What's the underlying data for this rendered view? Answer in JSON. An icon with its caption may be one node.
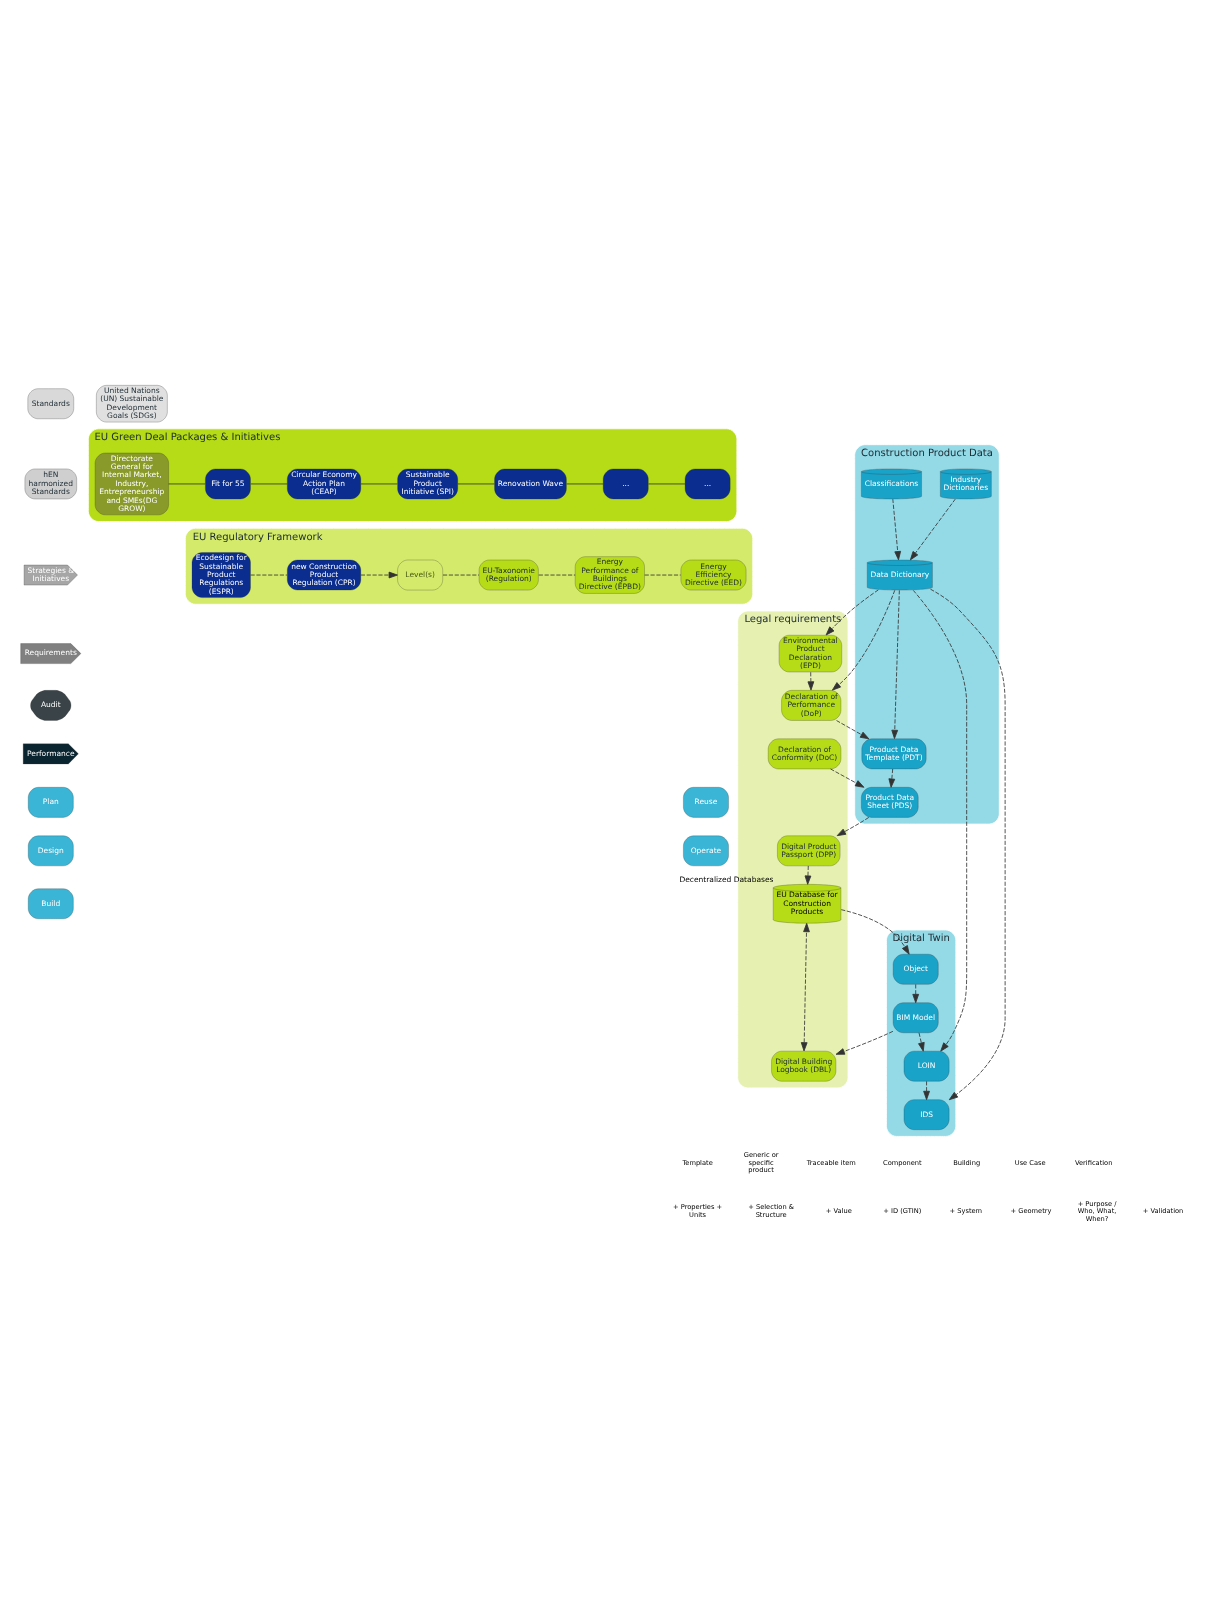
{
  "diagram": {
    "nodes": [
      {
        "text": [
          "Standards"
        ]
      },
      {
        "text": [
          "hEN",
          "harmonized Standards"
        ]
      },
      {
        "text": [
          "Strategies & Initiatives"
        ]
      },
      {
        "text": [
          "Requirements"
        ]
      },
      {
        "text": [
          "Audit"
        ]
      },
      {
        "text": [
          "Performance"
        ]
      },
      {
        "text": [
          "Plan"
        ]
      },
      {
        "text": [
          "Reuse"
        ]
      },
      {
        "text": [
          "Design"
        ]
      },
      {
        "text": [
          "Operate"
        ]
      },
      {
        "text": [
          "Build"
        ]
      },
      {
        "text": [
          "United Nations (UN) Sustainable Development Goals (SDGs)"
        ]
      },
      {
        "text": [
          "EU Green Deal Packages & Initiatives"
        ]
      },
      {
        "text": [
          "Directorate General for Internal Market, Industry, Entrepreneurship and SMEs(DG GROW)"
        ],
        "in": 12
      },
      {
        "text": [
          "Fit for 55"
        ],
        "in": 12
      },
      {
        "text": [
          "Circular Economy Action Plan (CEAP)"
        ],
        "in": 12
      },
      {
        "text": [
          "Sustainable Product Initiative (SPI)"
        ],
        "in": 12
      },
      {
        "text": [
          "Renovation Wave"
        ],
        "in": 12
      },
      {
        "text": [
          "..."
        ],
        "in": 12
      },
      {
        "text": [
          "..."
        ],
        "in": 12
      },
      {
        "text": [
          "EU Regulatory Framework"
        ]
      },
      {
        "text": [
          "Ecodesign for Sustainable Product Regulations (ESPR)"
        ],
        "in": 20
      },
      {
        "text": [
          "new Construction Product Regulation (CPR)"
        ],
        "in": 20
      },
      {
        "text": [
          "Level(s)"
        ],
        "in": 20
      },
      {
        "text": [
          "EU-Taxonomie (Regulation)"
        ],
        "in": 20
      },
      {
        "text": [
          "Energy Performance of Buildings Directive (EPBD)"
        ],
        "in": 20
      },
      {
        "text": [
          "Energy Efficiency Directive (EED)"
        ],
        "in": 20
      },
      {
        "text": [
          "Legal requirements"
        ]
      },
      {
        "text": [
          "Environmental Product Declaration (EPD)"
        ],
        "in": 27
      },
      {
        "text": [
          "Declaration of Performance (DoP)"
        ],
        "in": 27
      },
      {
        "text": [
          "Declaration of Conformity (DoC)"
        ],
        "in": 27
      },
      {
        "text": [
          "Digital Product Passport (DPP)"
        ],
        "in": 27
      },
      {
        "text": [
          "EU Database for Construction Products"
        ],
        "beside": [
          "Decentralized Databases"
        ],
        "in": 27
      },
      {
        "text": [
          "Digital Building Logbook (DBL)"
        ],
        "in": 27
      },
      {
        "text": [
          "Construction Product Data"
        ]
      },
      {
        "text": [
          "Industry Dictionaries"
        ],
        "in": 34
      },
      {
        "text": [
          "Classifications"
        ],
        "in": 34
      },
      {
        "text": [
          "Data Dictionary"
        ],
        "in": 34
      },
      {
        "text": [
          "Product Data Template (PDT)"
        ],
        "in": 34
      },
      {
        "text": [
          "Product Data Sheet (PDS)"
        ],
        "in": 34
      },
      {
        "text": [
          "Digital Twin"
        ]
      },
      {
        "text": [
          "Object"
        ],
        "in": 40
      },
      {
        "text": [
          "BIM Model"
        ],
        "in": 40
      },
      {
        "text": [
          "LOIN"
        ],
        "in": 40
      },
      {
        "text": [
          "IDS"
        ],
        "in": 40
      }
    ],
    "edges": [
      {
        "from": 13,
        "to": 14,
        "arrow": "none"
      },
      {
        "from": 14,
        "to": 15,
        "arrow": "none"
      },
      {
        "from": 15,
        "to": 16,
        "arrow": "none"
      },
      {
        "from": 16,
        "to": 17,
        "arrow": "none"
      },
      {
        "from": 17,
        "to": 18,
        "arrow": "none"
      },
      {
        "from": 18,
        "to": 19,
        "arrow": "none"
      },
      {
        "from": 21,
        "to": 22,
        "arrow": "none",
        "style": "dashed"
      },
      {
        "from": 22,
        "to": 23,
        "arrow": "to",
        "style": "dashed"
      },
      {
        "from": 23,
        "to": 24,
        "arrow": "none",
        "style": "dashed"
      },
      {
        "from": 24,
        "to": 25,
        "arrow": "none",
        "style": "dashed"
      },
      {
        "from": 25,
        "to": 26,
        "arrow": "none",
        "style": "dashed"
      },
      {
        "from": 37,
        "to": 28,
        "arrow": "to",
        "style": "dashed"
      },
      {
        "from": 37,
        "to": 29,
        "arrow": "to",
        "style": "dashed"
      },
      {
        "from": 37,
        "to": 43,
        "arrow": "to",
        "style": "dashed"
      },
      {
        "from": 37,
        "to": 44,
        "arrow": "to",
        "style": "dashed"
      },
      {
        "from": 28,
        "to": 29,
        "arrow": "to",
        "style": "dashed"
      },
      {
        "from": 29,
        "to": 38,
        "arrow": "to",
        "style": "dashed"
      },
      {
        "from": 30,
        "to": 39,
        "arrow": "to",
        "style": "dashed"
      },
      {
        "from": 31,
        "to": 32,
        "arrow": "to",
        "style": "dashed"
      },
      {
        "from": 33,
        "to": 32,
        "arrow": "both",
        "style": "dashed"
      },
      {
        "from": 32,
        "to": 41,
        "arrow": "to",
        "style": "dashed"
      },
      {
        "from": 42,
        "to": 33,
        "arrow": "to",
        "style": "dashed"
      },
      {
        "from": 35,
        "to": 37,
        "arrow": "to",
        "style": "dashed"
      },
      {
        "from": 36,
        "to": 37,
        "arrow": "to",
        "style": "dashed"
      },
      {
        "from": 37,
        "to": 38,
        "arrow": "to",
        "style": "dashed"
      },
      {
        "from": 38,
        "to": 39,
        "arrow": "to",
        "style": "dashed"
      },
      {
        "from": 39,
        "to": 31,
        "arrow": "to",
        "style": "dashed"
      },
      {
        "from": 41,
        "to": 42,
        "arrow": "to",
        "style": "dashed"
      },
      {
        "from": 42,
        "to": 43,
        "arrow": "to",
        "style": "dashed"
      },
      {
        "from": 43,
        "to": 44,
        "arrow": "to",
        "style": "dashed"
      }
    ],
    "labels": [
      "Template",
      "Generic or specific product",
      "Traceable item",
      "Component",
      "Building",
      "Use Case",
      "Verification",
      "+ Properties + Units",
      "+ Selection & Structure",
      "+ Value",
      "+ ID (GTIN)",
      "+ System",
      "+ Geometry",
      "+ Purpose / Who, What, When?",
      "+ Validation"
    ]
  }
}
